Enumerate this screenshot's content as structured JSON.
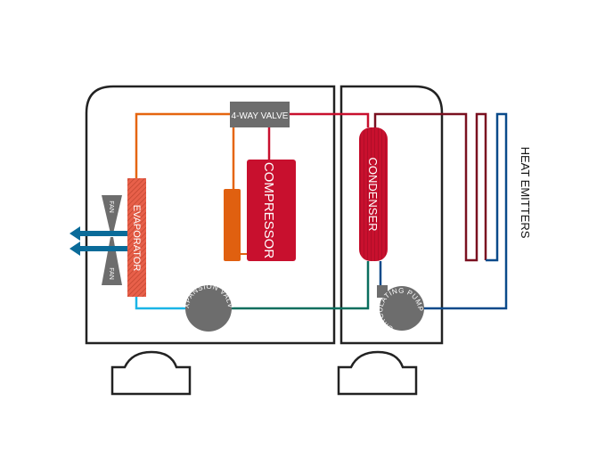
{
  "labels": {
    "four_way_valve": "4-WAY VALVE",
    "compressor": "COMPRESSOR",
    "evaporator": "EVAPORATOR",
    "fan_top": "FAN",
    "fan_bottom": "FAN",
    "expansion_valve": "EXPANSION VALVE",
    "condenser": "CONDENSER",
    "circulating_pump": "CIRCULATING PUMP",
    "heat_emitters": "HEAT EMITTERS"
  },
  "colors": {
    "outline": "#222222",
    "valve_gray": "#6d6d6d",
    "compressor_red": "#c8102e",
    "accumulator_orange": "#e06010",
    "suction_orange": "#e5650f",
    "evaporator": "#e8604a",
    "air_arrow": "#0a6b99",
    "liquid_light_blue": "#1ab4e6",
    "liquid_teal": "#0a6e5e",
    "flow_dark_red": "#7a1020",
    "return_blue": "#0a4a8a"
  }
}
